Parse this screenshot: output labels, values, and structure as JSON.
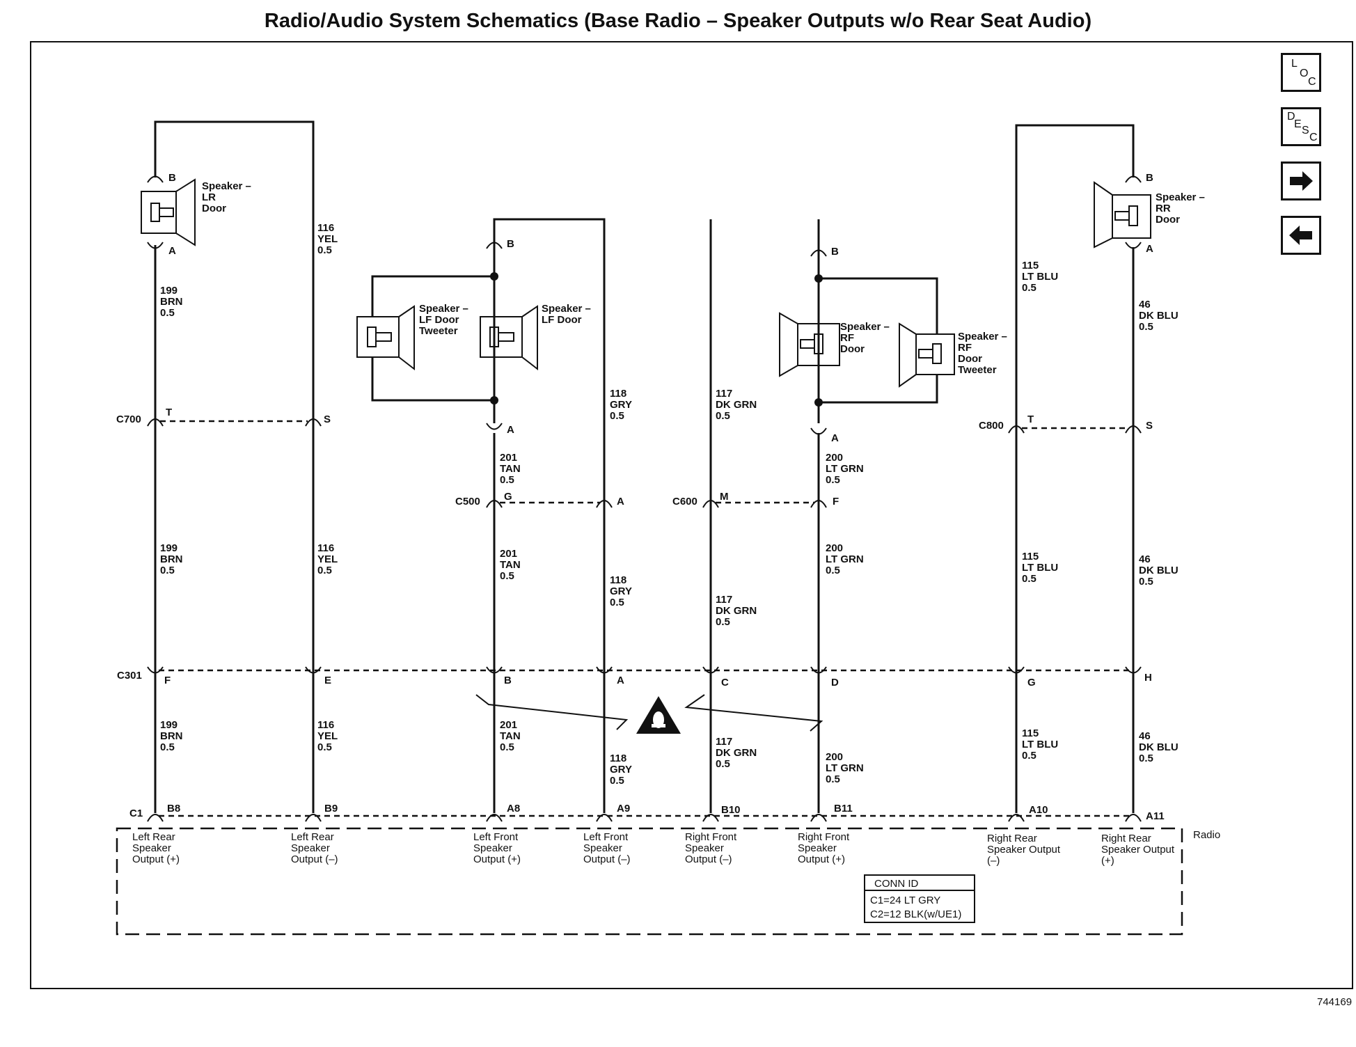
{
  "title": "Radio/Audio System Schematics (Base Radio – Speaker Outputs w/o Rear Seat Audio)",
  "figure_number": "744169",
  "nav": {
    "loc": [
      "L",
      "O",
      "C"
    ],
    "desc": [
      "D",
      "E",
      "S",
      "C"
    ],
    "icons": [
      "loc-icon",
      "desc-icon",
      "arrow-right-icon",
      "arrow-left-icon"
    ]
  },
  "connectors": {
    "c700": "C700",
    "c800": "C800",
    "c500": "C500",
    "c600": "C600",
    "c301": "C301",
    "c1": "C1"
  },
  "speakers": {
    "lr": [
      "Speaker –",
      "LR",
      "Door"
    ],
    "lf_tweeter": [
      "Speaker –",
      "LF Door",
      "Tweeter"
    ],
    "lf": [
      "Speaker –",
      "LF Door"
    ],
    "rf": [
      "Speaker –",
      "RF",
      "Door"
    ],
    "rf_tweeter": [
      "Speaker –",
      "RF",
      "Door",
      "Tweeter"
    ],
    "rr": [
      "Speaker –",
      "RR",
      "Door"
    ]
  },
  "pins": {
    "lr_b": "B",
    "lr_a": "A",
    "lf_b": "B",
    "lf_a": "A",
    "rf_b": "B",
    "rf_a": "A",
    "rr_b": "B",
    "rr_a": "A",
    "c700_t": "T",
    "c700_s": "S",
    "c800_t": "T",
    "c800_s": "S",
    "c500_g": "G",
    "c500_a": "A",
    "c600_m": "M",
    "c600_f": "F",
    "c301_f": "F",
    "c301_e": "E",
    "c301_b": "B",
    "c301_a": "A",
    "c301_c": "C",
    "c301_d": "D",
    "c301_g": "G",
    "c301_h": "H",
    "c1_b8": "B8",
    "c1_b9": "B9",
    "c1_a8": "A8",
    "c1_a9": "A9",
    "c1_b10": "B10",
    "c1_b11": "B11",
    "c1_a10": "A10",
    "c1_a11": "A11"
  },
  "wires": {
    "w199": [
      "199",
      "BRN",
      "0.5"
    ],
    "w116": [
      "116",
      "YEL",
      "0.5"
    ],
    "w201": [
      "201",
      "TAN",
      "0.5"
    ],
    "w118": [
      "118",
      "GRY",
      "0.5"
    ],
    "w117": [
      "117",
      "DK GRN",
      "0.5"
    ],
    "w200": [
      "200",
      "LT GRN",
      "0.5"
    ],
    "w115": [
      "115",
      "LT BLU",
      "0.5"
    ],
    "w46": [
      "46",
      "DK BLU",
      "0.5"
    ]
  },
  "radio": {
    "label": "Radio",
    "outputs": [
      [
        "Left Rear",
        "Speaker",
        "Output (+)"
      ],
      [
        "Left Rear",
        "Speaker",
        "Output (–)"
      ],
      [
        "Left Front",
        "Speaker",
        "Output (+)"
      ],
      [
        "Left Front",
        "Speaker",
        "Output (–)"
      ],
      [
        "Right Front",
        "Speaker",
        "Output (–)"
      ],
      [
        "Right Front",
        "Speaker",
        "Output (+)"
      ],
      [
        "Right Rear",
        "Speaker Output",
        "(–)"
      ],
      [
        "Right Rear",
        "Speaker Output",
        "(+)"
      ]
    ],
    "conn_id": {
      "header": "CONN ID",
      "rows": [
        "C1=24 LT GRY",
        "C2=12 BLK(w/UE1)"
      ]
    }
  },
  "warning_icon": "caution-triangle-icon"
}
